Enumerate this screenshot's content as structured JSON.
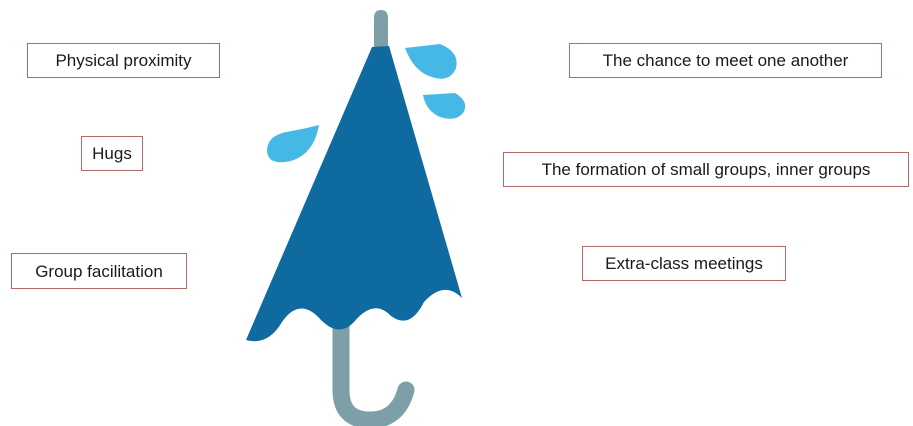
{
  "labels": {
    "physical_proximity": "Physical proximity",
    "hugs": "Hugs",
    "group_facilitation": "Group facilitation",
    "chance_to_meet": "The chance to meet one another",
    "formation_groups": "The formation of small groups, inner groups",
    "extra_class": "Extra-class meetings"
  },
  "colors": {
    "canopy": "#0f6aa0",
    "shaft": "#7d9fa8",
    "drops": "#45b8e6",
    "box_border": "#b06a6a"
  }
}
